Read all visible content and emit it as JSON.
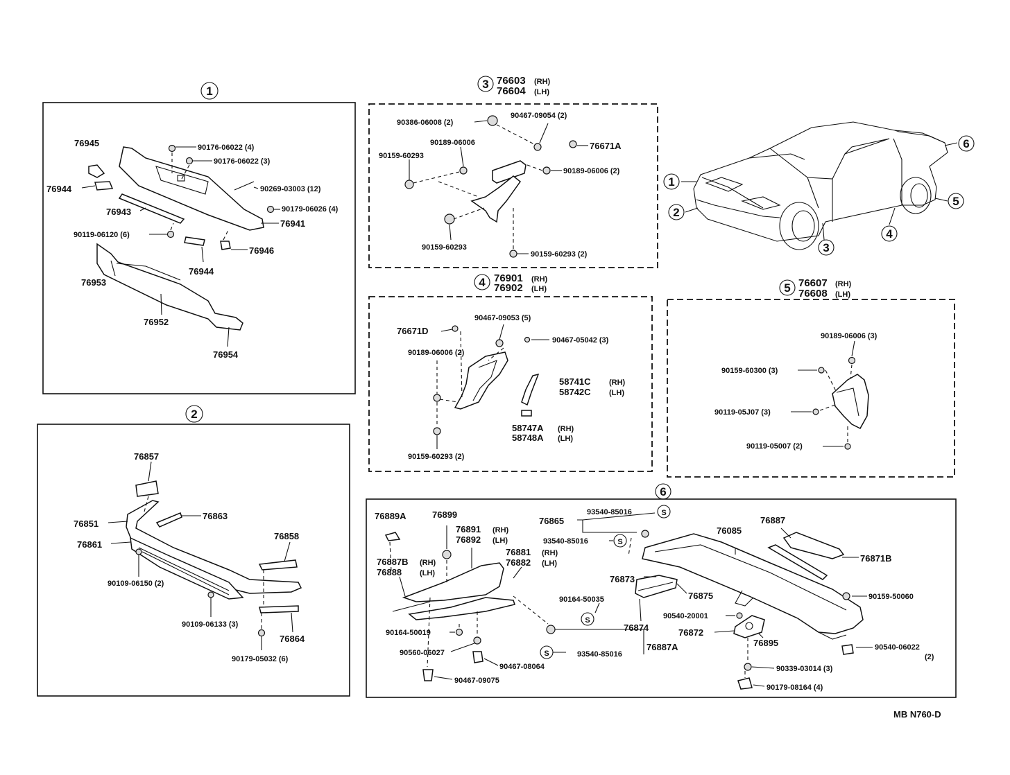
{
  "sections": {
    "s1": {
      "num": "1"
    },
    "s2": {
      "num": "2"
    },
    "s3": {
      "num": "3",
      "pn_rh": "76603",
      "rh": "(RH)",
      "pn_lh": "76604",
      "lh": "(LH)"
    },
    "s4": {
      "num": "4",
      "pn_rh": "76901",
      "rh": "(RH)",
      "pn_lh": "76902",
      "lh": "(LH)"
    },
    "s5": {
      "num": "5",
      "pn_rh": "76607",
      "rh": "(RH)",
      "pn_lh": "76608",
      "lh": "(LH)"
    },
    "s6": {
      "num": "6"
    }
  },
  "car_callouts": [
    "1",
    "2",
    "3",
    "4",
    "5",
    "6"
  ],
  "panel1": {
    "p76945": "76945",
    "p90176a": "90176-06022 (4)",
    "p90176b": "90176-06022 (3)",
    "p76944a": "76944",
    "p90269": "90269-03003 (12)",
    "p76943": "76943",
    "p90179": "90179-06026 (4)",
    "p76941": "76941",
    "p90119": "90119-06120 (6)",
    "p76946": "76946",
    "p76944b": "76944",
    "p76953": "76953",
    "p76952": "76952",
    "p76954": "76954"
  },
  "panel2": {
    "p76857": "76857",
    "p76851": "76851",
    "p76863": "76863",
    "p76861": "76861",
    "p76858": "76858",
    "p90109a": "90109-06150 (2)",
    "p90109b": "90109-06133 (3)",
    "p76864": "76864",
    "p90179": "90179-05032 (6)"
  },
  "panel3": {
    "p90386": "90386-06008 (2)",
    "p90467": "90467-09054 (2)",
    "p90189a": "90189-06006",
    "p76671a": "76671A",
    "p90159a": "90159-60293",
    "p90189b": "90189-06006 (2)",
    "p90159b": "90159-60293",
    "p90159c": "90159-60293 (2)"
  },
  "panel4": {
    "p90467a": "90467-09053 (5)",
    "p76671d": "76671D",
    "p90467b": "90467-05042 (3)",
    "p90189": "90189-06006 (2)",
    "p58741c": "58741C",
    "p58742c": "58742C",
    "p58747a": "58747A",
    "p58748a": "58748A",
    "rh": "(RH)",
    "lh": "(LH)",
    "p90159": "90159-60293 (2)"
  },
  "panel5": {
    "p90189": "90189-06006 (3)",
    "p90159": "90159-60300 (3)",
    "p90119a": "90119-05J07 (3)",
    "p90119b": "90119-05007 (2)"
  },
  "panel6": {
    "p76889a": "76889A",
    "p76899": "76899",
    "p76865": "76865",
    "p93540a": "93540-85016",
    "p93540b": "93540-85016",
    "p76085": "76085",
    "p76887": "76887",
    "p76891": "76891",
    "p76892": "76892",
    "p76881": "76881",
    "p76882": "76882",
    "p76887b": "76887B",
    "p76888": "76888",
    "rh": "(RH)",
    "lh": "(LH)",
    "p76871b": "76871B",
    "p76873": "76873",
    "p76875": "76875",
    "p90164a": "90164-50035",
    "p90159": "90159-50060",
    "p90540a": "90540-20001",
    "p76874": "76874",
    "p76872": "76872",
    "p76895": "76895",
    "p90164b": "90164-50019",
    "p90560": "90560-06027",
    "p93540c": "93540-85016",
    "p76887a": "76887A",
    "p90540b": "90540-06022",
    "p90540b_qty": "(2)",
    "p90467a": "90467-08064",
    "p90339": "90339-03014 (3)",
    "p90467b": "90467-09075",
    "p90179": "90179-08164 (4)",
    "s_symbol": "S"
  },
  "footer": {
    "code": "MB N760-D"
  }
}
